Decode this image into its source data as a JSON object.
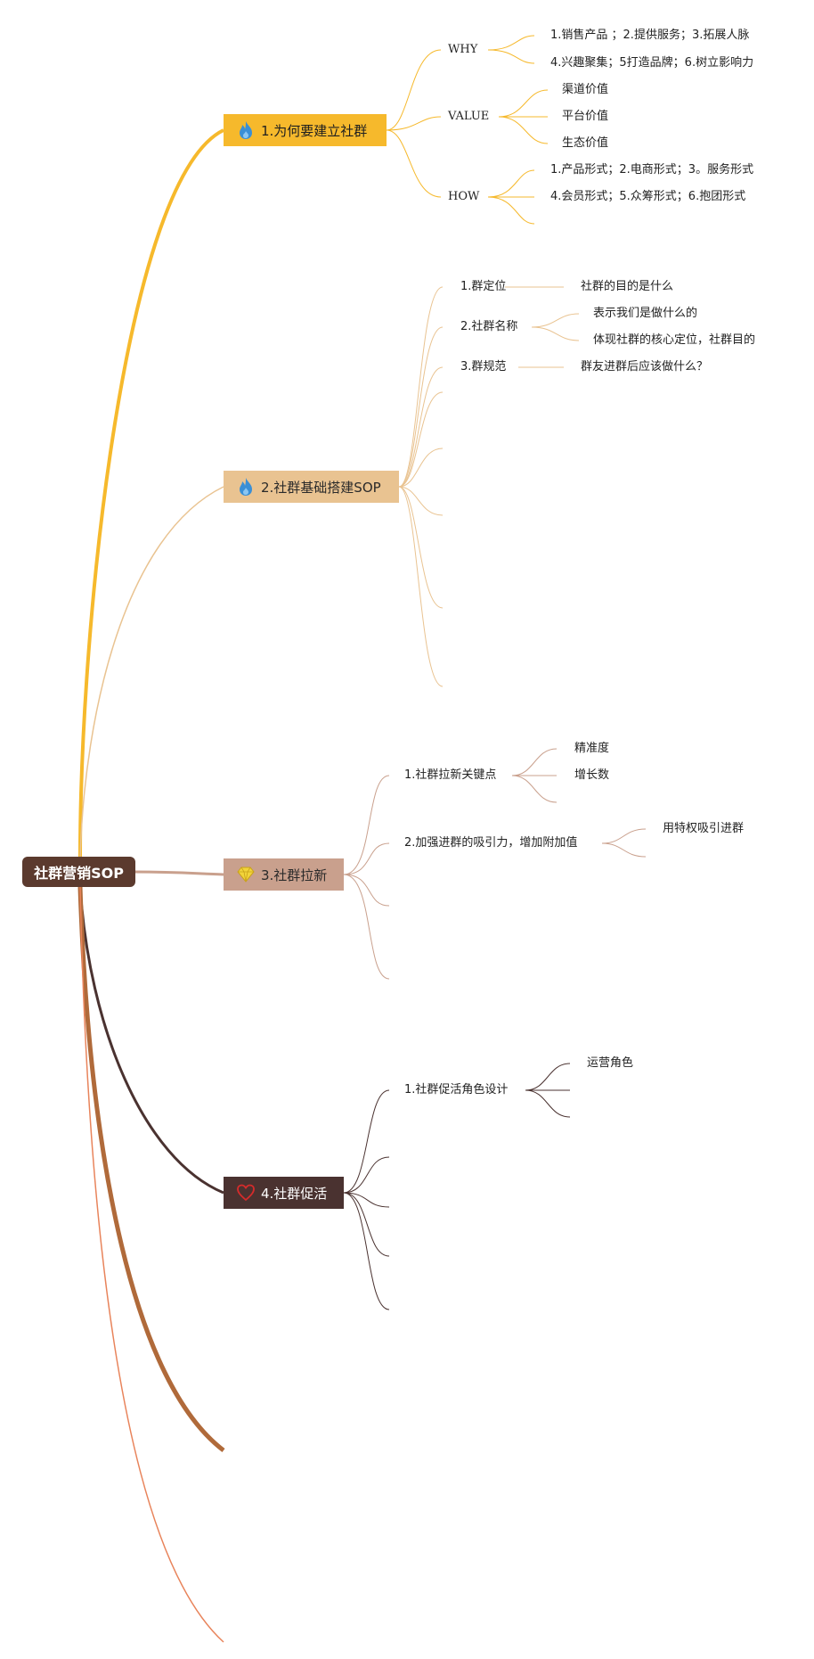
{
  "root": {
    "label": "社群营销SOP"
  },
  "topics": [
    {
      "label": "1.为何要建立社群",
      "icon": "fire-icon",
      "color": "#f6b92c"
    },
    {
      "label": "2.社群基础搭建SOP",
      "icon": "fire-icon",
      "color": "#e9c391"
    },
    {
      "label": "3.社群拉新",
      "icon": "diamond-icon",
      "color": "#c9a08d"
    },
    {
      "label": "4.社群促活",
      "icon": "heart-icon",
      "color": "#4a3230"
    }
  ],
  "branch1": {
    "why": {
      "label": "WHY",
      "items": [
        "1.销售产品 ；2.提供服务；3.拓展人脉",
        "4.兴趣聚集；5打造品牌；6.树立影响力"
      ]
    },
    "value": {
      "label": "VALUE",
      "items": [
        "渠道价值",
        "平台价值",
        "生态价值"
      ]
    },
    "how": {
      "label": "HOW",
      "items": [
        "1.产品形式；2.电商形式；3。服务形式",
        "4.会员形式；5.众筹形式；6.抱团形式"
      ]
    }
  },
  "branch2": {
    "positioning": {
      "label": "1.群定位",
      "items": [
        "社群的目的是什么"
      ]
    },
    "naming": {
      "label": "2.社群名称",
      "items": [
        "表示我们是做什么的",
        "体现社群的核心定位，社群目的"
      ]
    },
    "rules": {
      "label": "3.群规范",
      "items": [
        "群友进群后应该做什么？"
      ]
    }
  },
  "branch3": {
    "keypoints": {
      "label": "1.社群拉新关键点",
      "items": [
        "精准度",
        "增长数"
      ]
    },
    "attraction": {
      "label": "2.加强进群的吸引力，增加附加值",
      "items": [
        "用特权吸引进群"
      ]
    }
  },
  "branch4": {
    "roles": {
      "label": "1.社群促活角色设计",
      "items": [
        "运营角色"
      ]
    }
  },
  "colors": {
    "b1": "#f6b92c",
    "b2": "#e9c391",
    "b3": "#c9a08d",
    "b4": "#4a3230",
    "b5": "#b06a3a",
    "b6": "#e8835a",
    "fire": "#3a8fd6",
    "gem": "#f2d43a",
    "heart": "#d62b2b"
  }
}
